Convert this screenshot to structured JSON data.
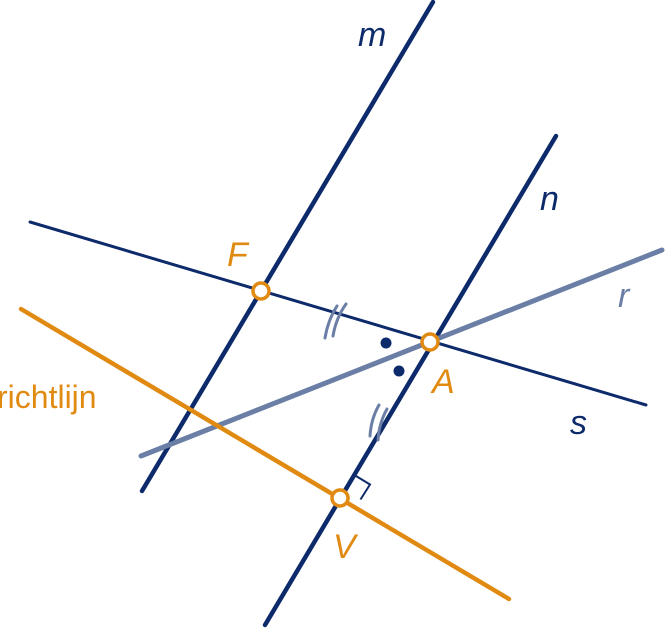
{
  "colors": {
    "navy": "#0d2a6b",
    "orange": "#e08a12",
    "grayblue": "#6b7fa6",
    "background": "#ffffff"
  },
  "labels": {
    "m": "m",
    "n": "n",
    "r": "r",
    "s": "s",
    "F": "F",
    "A": "A",
    "V": "V",
    "richtlijn": "richtlijn"
  },
  "marks": {
    "equal_segment_tick": "double-tick",
    "equal_angle_mark": "dot",
    "right_angle_mark": "square"
  }
}
